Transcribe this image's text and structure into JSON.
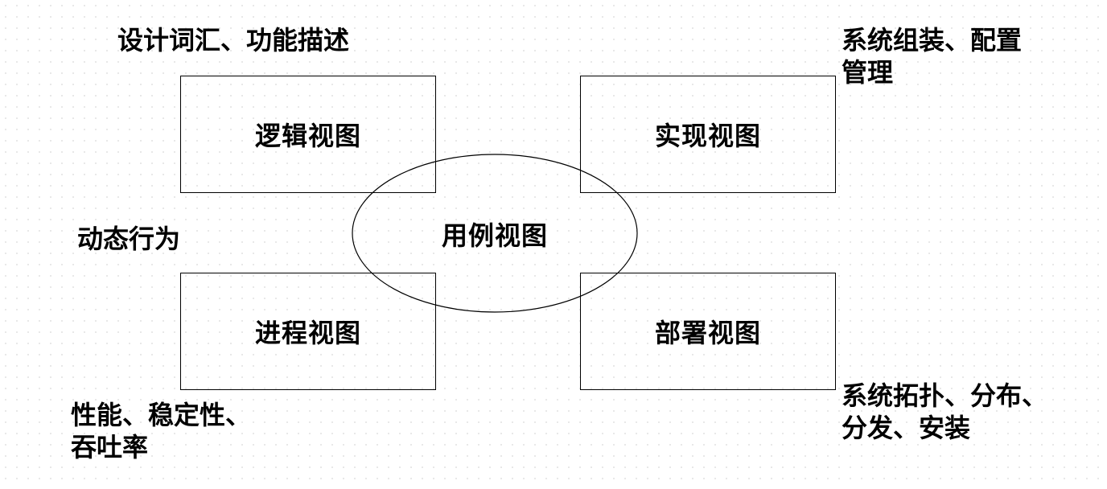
{
  "views": {
    "logical": "逻辑视图",
    "implementation": "实现视图",
    "process": "进程视图",
    "deployment": "部署视图",
    "use_case": "用例视图"
  },
  "notes": {
    "logical": "设计词汇、功能描述",
    "implementation_line1": "系统组装、配置",
    "implementation_line2": "管理",
    "dynamic": "动态行为",
    "process_line1": "性能、稳定性、",
    "process_line2": "吞吐率",
    "deployment_line1": "系统拓扑、分布、",
    "deployment_line2": "分发、安装"
  }
}
